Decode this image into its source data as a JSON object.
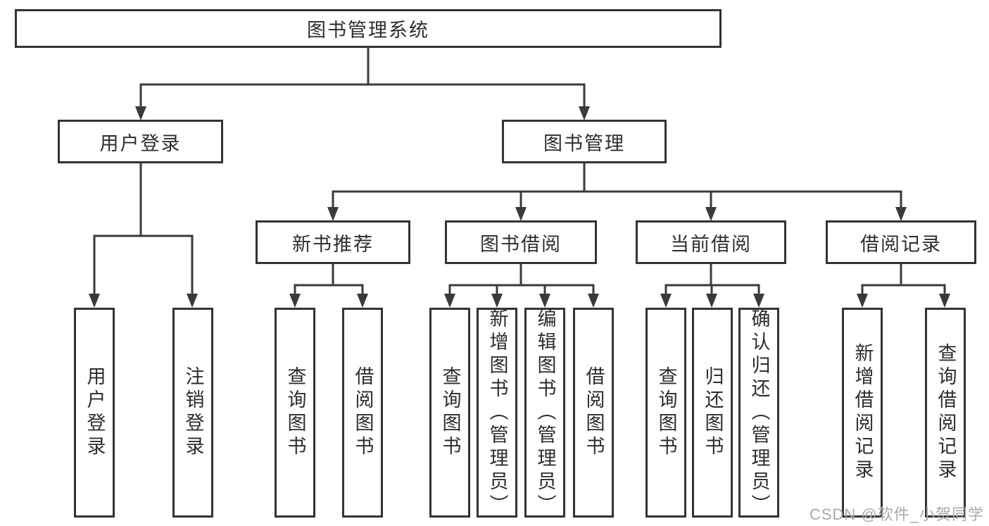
{
  "tree": {
    "root": "图书管理系统",
    "user_login": {
      "label": "用户登录",
      "children": {
        "login": "用户登录",
        "logout": "注销登录"
      }
    },
    "book_mgmt": {
      "label": "图书管理",
      "modules": {
        "recommend": {
          "label": "新书推荐",
          "children": {
            "query": "查询图书",
            "borrow": "借阅图书"
          }
        },
        "borrow": {
          "label": "图书借阅",
          "children": {
            "query": "查询图书",
            "add": "新增图书（管理员）",
            "edit": "编辑图书（管理员）",
            "borrow": "借阅图书"
          }
        },
        "current": {
          "label": "当前借阅",
          "children": {
            "query": "查询图书",
            "return": "归还图书",
            "confirm": "确认归还（管理员）"
          }
        },
        "records": {
          "label": "借阅记录",
          "children": {
            "add": "新增借阅记录",
            "query": "查询借阅记录"
          }
        }
      }
    }
  },
  "watermark": "CSDN @软件_小贺同学",
  "colors": {
    "line": "#3a3a3a",
    "box-border": "#333333",
    "text": "#2d2d2d",
    "watermark": "#a9a9a9",
    "background": "#ffffff"
  }
}
